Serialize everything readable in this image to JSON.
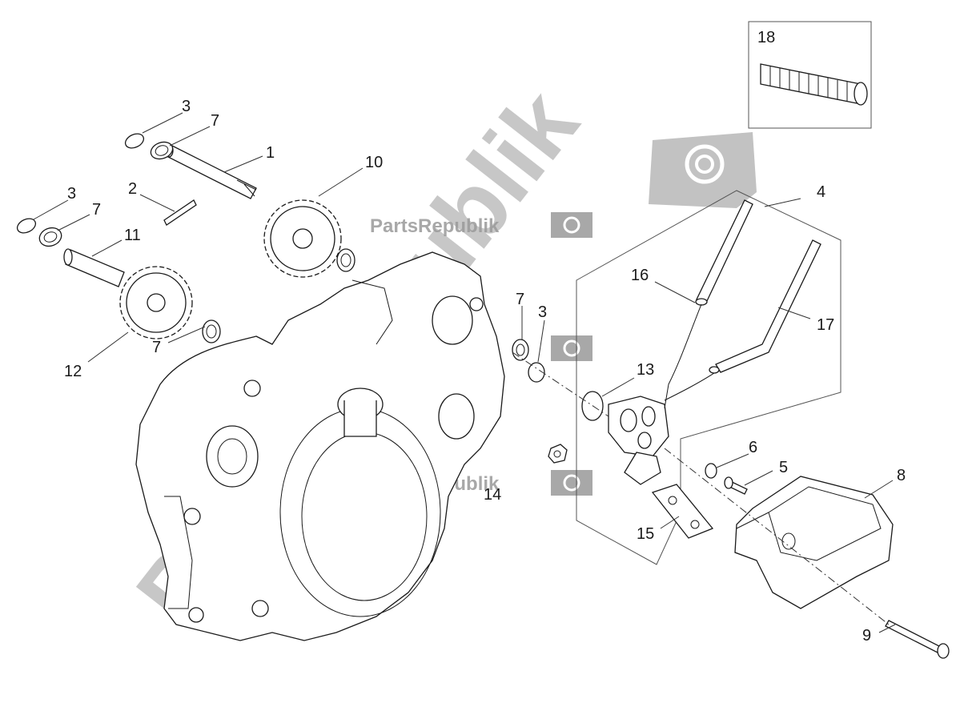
{
  "diagram": {
    "callouts": [
      {
        "id": "1",
        "text": "1"
      },
      {
        "id": "2",
        "text": "2"
      },
      {
        "id": "3a",
        "text": "3"
      },
      {
        "id": "3b",
        "text": "3"
      },
      {
        "id": "3c",
        "text": "3"
      },
      {
        "id": "4",
        "text": "4"
      },
      {
        "id": "5",
        "text": "5"
      },
      {
        "id": "6",
        "text": "6"
      },
      {
        "id": "7a",
        "text": "7"
      },
      {
        "id": "7b",
        "text": "7"
      },
      {
        "id": "7c",
        "text": "7"
      },
      {
        "id": "7d",
        "text": "7"
      },
      {
        "id": "8",
        "text": "8"
      },
      {
        "id": "9",
        "text": "9"
      },
      {
        "id": "10",
        "text": "10"
      },
      {
        "id": "11",
        "text": "11"
      },
      {
        "id": "12",
        "text": "12"
      },
      {
        "id": "13",
        "text": "13"
      },
      {
        "id": "14",
        "text": "14"
      },
      {
        "id": "15",
        "text": "15"
      },
      {
        "id": "16",
        "text": "16"
      },
      {
        "id": "17",
        "text": "17"
      },
      {
        "id": "18",
        "text": "18"
      }
    ]
  },
  "watermarks": {
    "small": "PartsRepublik",
    "large": "PartsRepublik"
  },
  "icons": {
    "watermark_logo": "gear-icon"
  },
  "colors": {
    "line": "#1a1a1a",
    "watermark": "#9a9a9a",
    "background": "#ffffff"
  }
}
